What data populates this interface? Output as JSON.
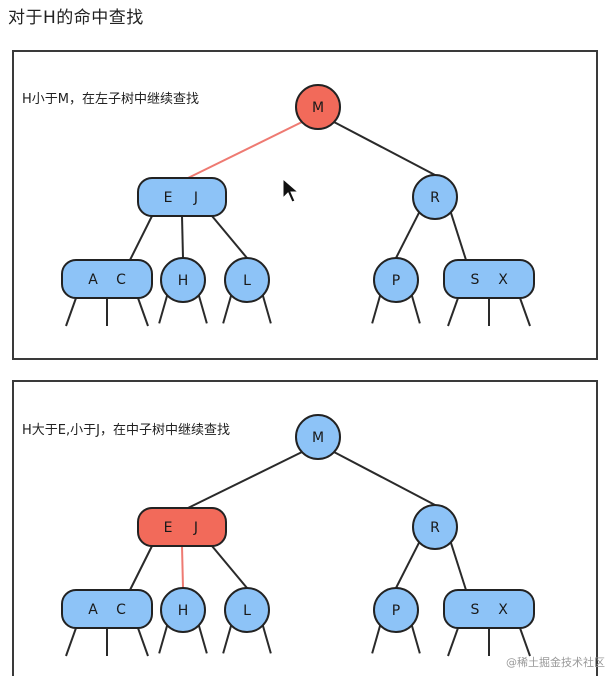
{
  "page_title": "对于H的命中查找",
  "colors": {
    "node_fill": "#8dc3f7",
    "node_stroke": "#222222",
    "highlight_fill": "#f26a5a",
    "highlight_edge": "#ee7a72",
    "edge": "#2a2a2a"
  },
  "panels": [
    {
      "caption": "H小于M，在左子树中继续查找",
      "highlight_node": "M",
      "highlight_edge": "M-EJ",
      "nodes": {
        "M": "M",
        "EJ": [
          "E",
          "J"
        ],
        "R": "R",
        "AC": [
          "A",
          "C"
        ],
        "H": "H",
        "L": "L",
        "P": "P",
        "SX": [
          "S",
          "X"
        ]
      }
    },
    {
      "caption": "H大于E,小于J，在中子树中继续查找",
      "highlight_node": "EJ",
      "highlight_edge": "EJ-H",
      "nodes": {
        "M": "M",
        "EJ": [
          "E",
          "J"
        ],
        "R": "R",
        "AC": [
          "A",
          "C"
        ],
        "H": "H",
        "L": "L",
        "P": "P",
        "SX": [
          "S",
          "X"
        ]
      }
    }
  ],
  "watermark": "@稀土掘金技术社区",
  "cursor_icon": "arrow-cursor-icon"
}
